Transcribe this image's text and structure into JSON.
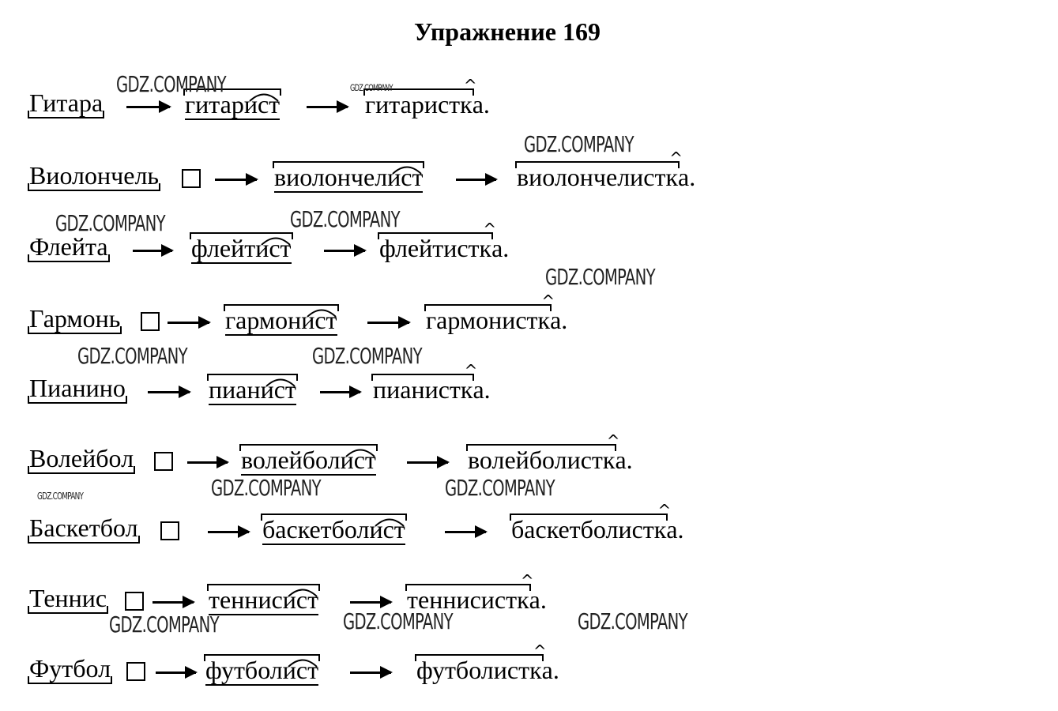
{
  "title": "Упражнение 169",
  "rows": [
    {
      "base": "Гитара",
      "zero": false,
      "d1": "гитарист",
      "d2": "гитаристк",
      "end": "а."
    },
    {
      "base": "Виолончель",
      "zero": true,
      "d1": "виолончелист",
      "d2": "виолончелистк",
      "end": "а."
    },
    {
      "base": "Флейта",
      "zero": false,
      "d1": "флейтист",
      "d2": "флейтистк",
      "end": "а."
    },
    {
      "base": "Гармонь",
      "zero": true,
      "d1": "гармонист",
      "d2": "гармонистк",
      "end": "а."
    },
    {
      "base": "Пианино",
      "zero": false,
      "d1": "пианист",
      "d2": "пианистк",
      "end": "а."
    },
    {
      "base": "Волейбол",
      "zero": true,
      "d1": "волейболист",
      "d2": "волейболистк",
      "end": "а."
    },
    {
      "base": "Баскетбол",
      "zero": true,
      "d1": "баскетболист",
      "d2": "баскетболистк",
      "end": "а."
    },
    {
      "base": "Теннис",
      "zero": true,
      "d1": "теннисист",
      "d2": "теннисистк",
      "end": "а."
    },
    {
      "base": "Футбол",
      "zero": true,
      "d1": "футболист",
      "d2": "футболистк",
      "end": "а."
    }
  ],
  "watermark": "GDZ.COMPANY"
}
